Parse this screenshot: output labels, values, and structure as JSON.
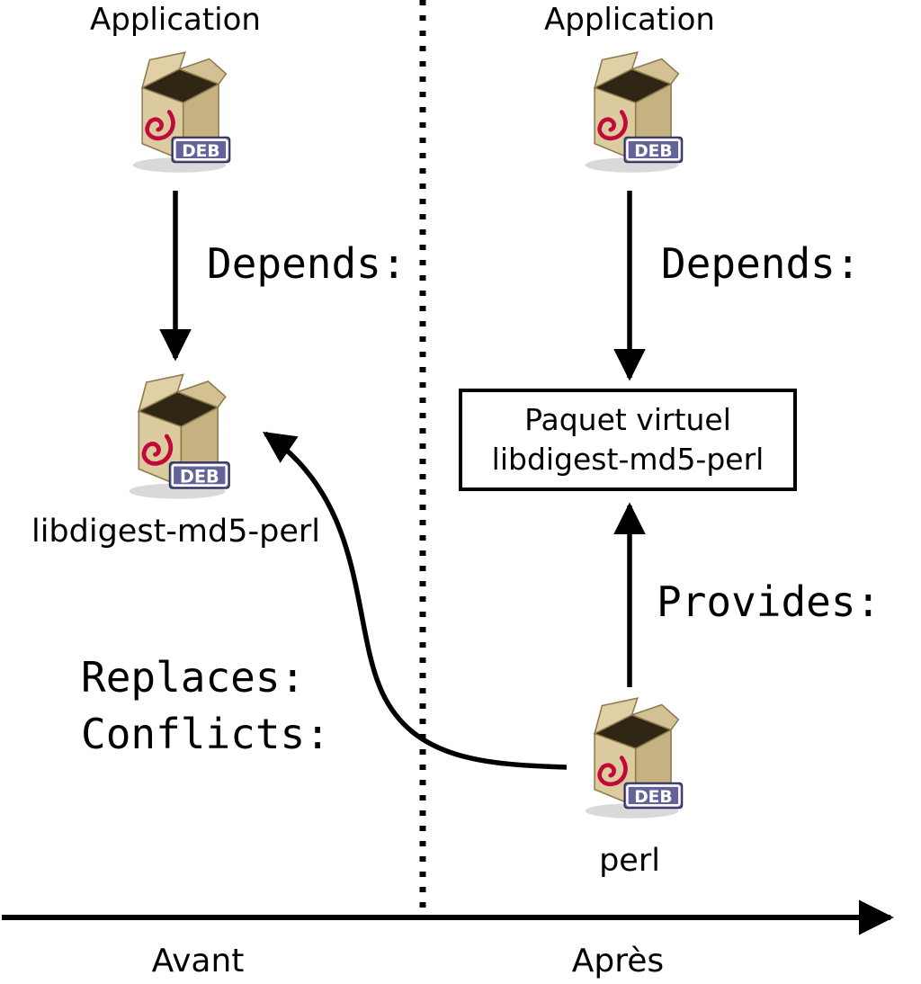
{
  "diagram": {
    "deb_badge": "DEB",
    "left": {
      "app_label": "Application",
      "depends_label": "Depends:",
      "package_label": "libdigest-md5-perl",
      "replaces_label": "Replaces:",
      "conflicts_label": "Conflicts:"
    },
    "right": {
      "app_label": "Application",
      "depends_label": "Depends:",
      "provides_label": "Provides:",
      "virtual_box": {
        "line1": "Paquet virtuel",
        "line2": "libdigest-md5-perl"
      },
      "package_label": "perl"
    },
    "timeline": {
      "before": "Avant",
      "after": "Après"
    },
    "colors": {
      "line_black": "#000000",
      "box_tan": "#dccb9f",
      "box_side": "#c6b281",
      "flap_light": "#e0d0a6",
      "interior_dark": "#2f2714",
      "swirl_red": "#c10a3a",
      "badge_blue": "#63639a",
      "badge_border": "#ffffff"
    }
  }
}
